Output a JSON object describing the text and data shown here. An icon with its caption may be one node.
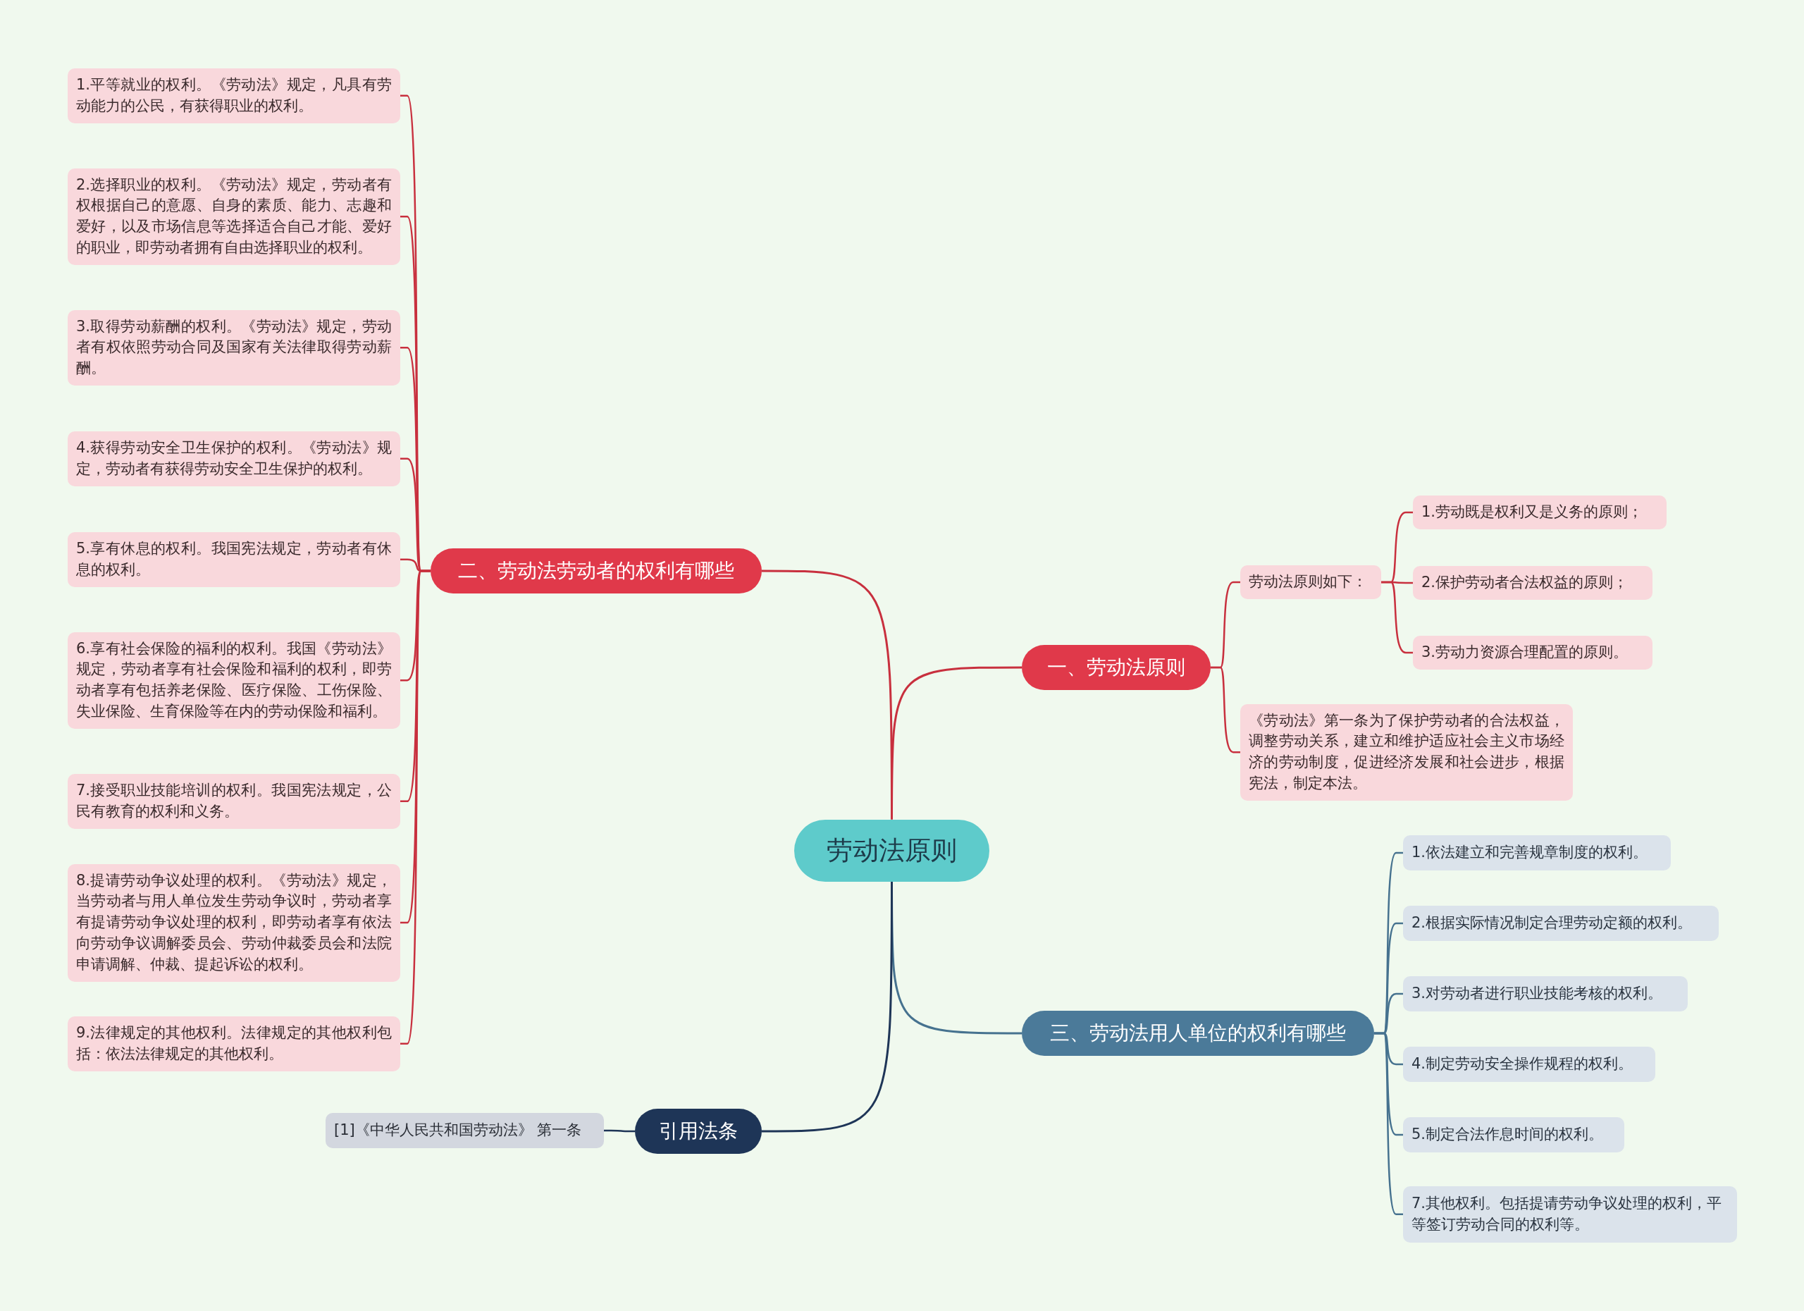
{
  "diagram": {
    "nodes": [
      {
        "text": [
          "劳动法原则"
        ]
      },
      {
        "text": [
          "一、劳动法原则"
        ]
      },
      {
        "text": [
          "劳动法原则如下："
        ]
      },
      {
        "text": [
          "1.劳动既是权利又是义务的原则；"
        ]
      },
      {
        "text": [
          "2.保护劳动者合法权益的原则；"
        ]
      },
      {
        "text": [
          "3.劳动力资源合理配置的原则。"
        ]
      },
      {
        "text": [
          "《劳动法》第一条为了保护劳动者的合法权益，调整劳动关系，建立和维护适应社会主义市场经济的劳动制度，促进经济发展和社会进步，根据宪法，制定本法。"
        ]
      },
      {
        "text": [
          "二、劳动法劳动者的权利有哪些"
        ]
      },
      {
        "text": [
          "1.平等就业的权利。《劳动法》规定，凡具有劳动能力的公民，有获得职业的权利。"
        ]
      },
      {
        "text": [
          "2.选择职业的权利。《劳动法》规定，劳动者有权根据自己的意愿、自身的素质、能力、志趣和爱好，以及市场信息等选择适合自己才能、爱好的职业，即劳动者拥有自由选择职业的权利。"
        ]
      },
      {
        "text": [
          "3.取得劳动薪酬的权利。《劳动法》规定，劳动者有权依照劳动合同及国家有关法律取得劳动薪酬。"
        ]
      },
      {
        "text": [
          "4.获得劳动安全卫生保护的权利。《劳动法》规定，劳动者有获得劳动安全卫生保护的权利。"
        ]
      },
      {
        "text": [
          "5.享有休息的权利。我国宪法规定，劳动者有休息的权利。"
        ]
      },
      {
        "text": [
          "6.享有社会保险的福利的权利。我国《劳动法》规定，劳动者享有社会保险和福利的权利，即劳动者享有包括养老保险、医疗保险、工伤保险、失业保险、生育保险等在内的劳动保险和福利。"
        ]
      },
      {
        "text": [
          "7.接受职业技能培训的权利。我国宪法规定，公民有教育的权利和义务。"
        ]
      },
      {
        "text": [
          "8.提请劳动争议处理的权利。《劳动法》规定，当劳动者与用人单位发生劳动争议时，劳动者享有提请劳动争议处理的权利，即劳动者享有依法向劳动争议调解委员会、劳动仲裁委员会和法院申请调解、仲裁、提起诉讼的权利。"
        ]
      },
      {
        "text": [
          "9.法律规定的其他权利。法律规定的其他权利包括：依法法律规定的其他权利。"
        ]
      },
      {
        "text": [
          "三、劳动法用人单位的权利有哪些"
        ]
      },
      {
        "text": [
          "1.依法建立和完善规章制度的权利。"
        ]
      },
      {
        "text": [
          "2.根据实际情况制定合理劳动定额的权利。"
        ]
      },
      {
        "text": [
          "3.对劳动者进行职业技能考核的权利。"
        ]
      },
      {
        "text": [
          "4.制定劳动安全操作规程的权利。"
        ]
      },
      {
        "text": [
          "5.制定合法作息时间的权利。"
        ]
      },
      {
        "text": [
          "7.其他权利。包括提请劳动争议处理的权利，平等签订劳动合同的权利等。"
        ]
      },
      {
        "text": [
          "引用法条"
        ]
      },
      {
        "text": [
          "[1]《中华人民共和国劳动法》 第一条"
        ]
      }
    ],
    "edges": [
      {
        "from": 0,
        "to": 1,
        "arrow": "none"
      },
      {
        "from": 1,
        "to": 2,
        "arrow": "none"
      },
      {
        "from": 2,
        "to": 3,
        "arrow": "none"
      },
      {
        "from": 2,
        "to": 4,
        "arrow": "none"
      },
      {
        "from": 2,
        "to": 5,
        "arrow": "none"
      },
      {
        "from": 1,
        "to": 6,
        "arrow": "none"
      },
      {
        "from": 0,
        "to": 7,
        "arrow": "none"
      },
      {
        "from": 7,
        "to": 8,
        "arrow": "none"
      },
      {
        "from": 7,
        "to": 9,
        "arrow": "none"
      },
      {
        "from": 7,
        "to": 10,
        "arrow": "none"
      },
      {
        "from": 7,
        "to": 11,
        "arrow": "none"
      },
      {
        "from": 7,
        "to": 12,
        "arrow": "none"
      },
      {
        "from": 7,
        "to": 13,
        "arrow": "none"
      },
      {
        "from": 7,
        "to": 14,
        "arrow": "none"
      },
      {
        "from": 7,
        "to": 15,
        "arrow": "none"
      },
      {
        "from": 7,
        "to": 16,
        "arrow": "none"
      },
      {
        "from": 0,
        "to": 17,
        "arrow": "none",
        "color": "#46728f"
      },
      {
        "from": 17,
        "to": 18,
        "arrow": "none",
        "color": "#46728f"
      },
      {
        "from": 17,
        "to": 19,
        "arrow": "none",
        "color": "#46728f"
      },
      {
        "from": 17,
        "to": 20,
        "arrow": "none",
        "color": "#46728f"
      },
      {
        "from": 17,
        "to": 21,
        "arrow": "none",
        "color": "#46728f"
      },
      {
        "from": 17,
        "to": 22,
        "arrow": "none",
        "color": "#46728f"
      },
      {
        "from": 17,
        "to": 23,
        "arrow": "none",
        "color": "#46728f"
      },
      {
        "from": 0,
        "to": 24,
        "arrow": "none",
        "color": "#1e3557"
      },
      {
        "from": 24,
        "to": 25,
        "arrow": "none",
        "color": "#1e3557"
      }
    ]
  }
}
